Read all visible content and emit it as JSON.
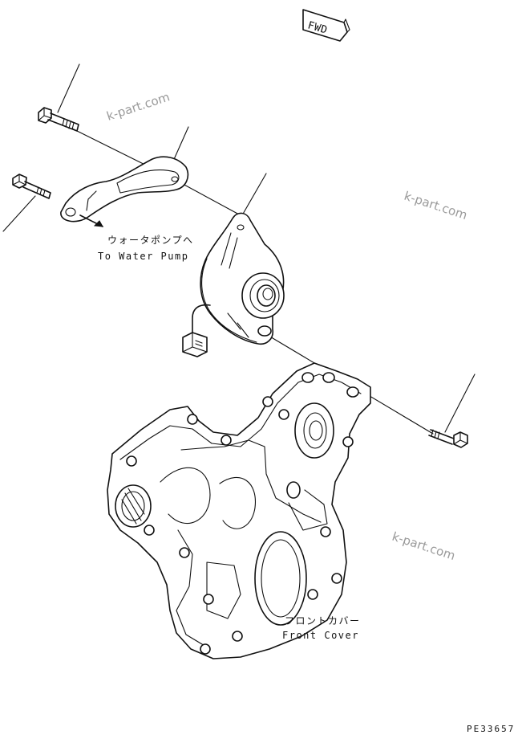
{
  "direction_marker": {
    "text": "FWD"
  },
  "labels": {
    "water_pump_jp": "ウォータポンプへ",
    "water_pump_en": "To Water Pump",
    "front_cover_jp": "フロントカバー",
    "front_cover_en": "Front Cover"
  },
  "watermark": {
    "text": "k-part.com"
  },
  "drawing_number": "PE33657",
  "colors": {
    "line": "#111111",
    "background": "#ffffff",
    "watermark": "#9a9a9a"
  }
}
